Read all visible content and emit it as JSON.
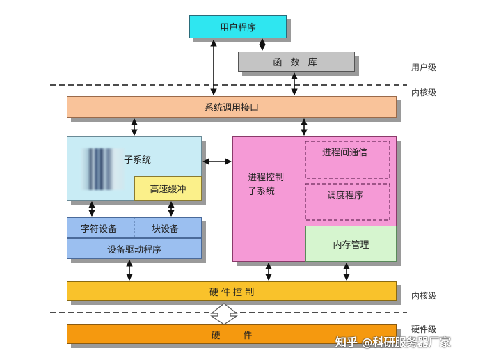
{
  "user_program": "用户程序",
  "func_lib": "函 数 库",
  "user_level": "用户级",
  "kernel_level_top": "内核级",
  "syscall_interface": "系统调用接口",
  "file_subsystem": "子系统",
  "cache": "高速缓冲",
  "char_device": "字符设备",
  "block_device": "块设备",
  "device_driver": "设备驱动程序",
  "process_control": "进程控制\n子系统",
  "ipc": "进程间通信",
  "scheduler": "调度程序",
  "memory_mgmt": "内存管理",
  "hardware_control": "硬  件  控  制",
  "kernel_level_bottom": "内核级",
  "hardware": "硬        件",
  "hardware_level": "硬件级",
  "watermark": "知乎 @科研服务器厂家",
  "colors": {
    "cyan": "#2fe6f0",
    "gray": "#c4c4c4",
    "salmon": "#f9c39a",
    "lightblue": "#c9ecf5",
    "yellow": "#fbf08a",
    "blue": "#9bbff0",
    "pink": "#f59ad6",
    "green": "#d6f5cf",
    "orange_light": "#f9c22b",
    "orange": "#f5990f"
  }
}
